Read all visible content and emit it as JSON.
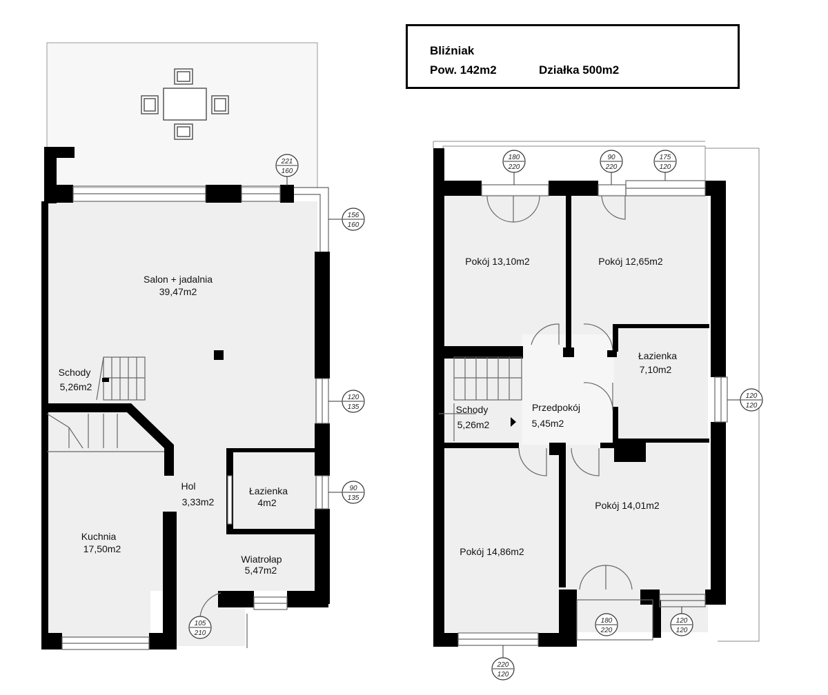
{
  "info": {
    "type_label": "Bliźniak",
    "area_label": "Pow. 142m2",
    "plot_label": "Działka 500m2"
  },
  "colors": {
    "floor": "#efefef",
    "wall": "#000000",
    "terrace": "#f7f7f7",
    "line": "#555555"
  },
  "ground_floor": {
    "salon": {
      "name": "Salon + jadalnia",
      "area": "39,47m2"
    },
    "schody": {
      "name": "Schody",
      "area": "5,26m2"
    },
    "hol": {
      "name": "Hol",
      "area": "3,33m2"
    },
    "lazienka": {
      "name": "Łazienka",
      "area": "4m2"
    },
    "kuchnia": {
      "name": "Kuchnia",
      "area": "17,50m2"
    },
    "wiatrolap": {
      "name": "Wiatrołap",
      "area": "5,47m2"
    },
    "dims": {
      "d1": {
        "top": "221",
        "bottom": "160"
      },
      "d2": {
        "top": "156",
        "bottom": "160"
      },
      "d3": {
        "top": "120",
        "bottom": "135"
      },
      "d4": {
        "top": "90",
        "bottom": "135"
      },
      "d5": {
        "top": "105",
        "bottom": "210"
      }
    }
  },
  "upper_floor": {
    "pokoj1": {
      "name": "Pokój 13,10m2"
    },
    "pokoj2": {
      "name": "Pokój 12,65m2"
    },
    "lazienka": {
      "name": "Łazienka",
      "area": "7,10m2"
    },
    "schody": {
      "name": "Schody",
      "area": "5,26m2"
    },
    "przedpokoj": {
      "name": "Przedpokój",
      "area": "5,45m2"
    },
    "pokoj3": {
      "name": "Pokój 14,01m2"
    },
    "pokoj4": {
      "name": "Pokój 14,86m2"
    },
    "dims": {
      "d1": {
        "top": "180",
        "bottom": "220"
      },
      "d2": {
        "top": "90",
        "bottom": "220"
      },
      "d3": {
        "top": "175",
        "bottom": "120"
      },
      "d4": {
        "top": "120",
        "bottom": "120"
      },
      "d5": {
        "top": "180",
        "bottom": "220"
      },
      "d6": {
        "top": "120",
        "bottom": "120"
      },
      "d7": {
        "top": "220",
        "bottom": "120"
      }
    }
  }
}
